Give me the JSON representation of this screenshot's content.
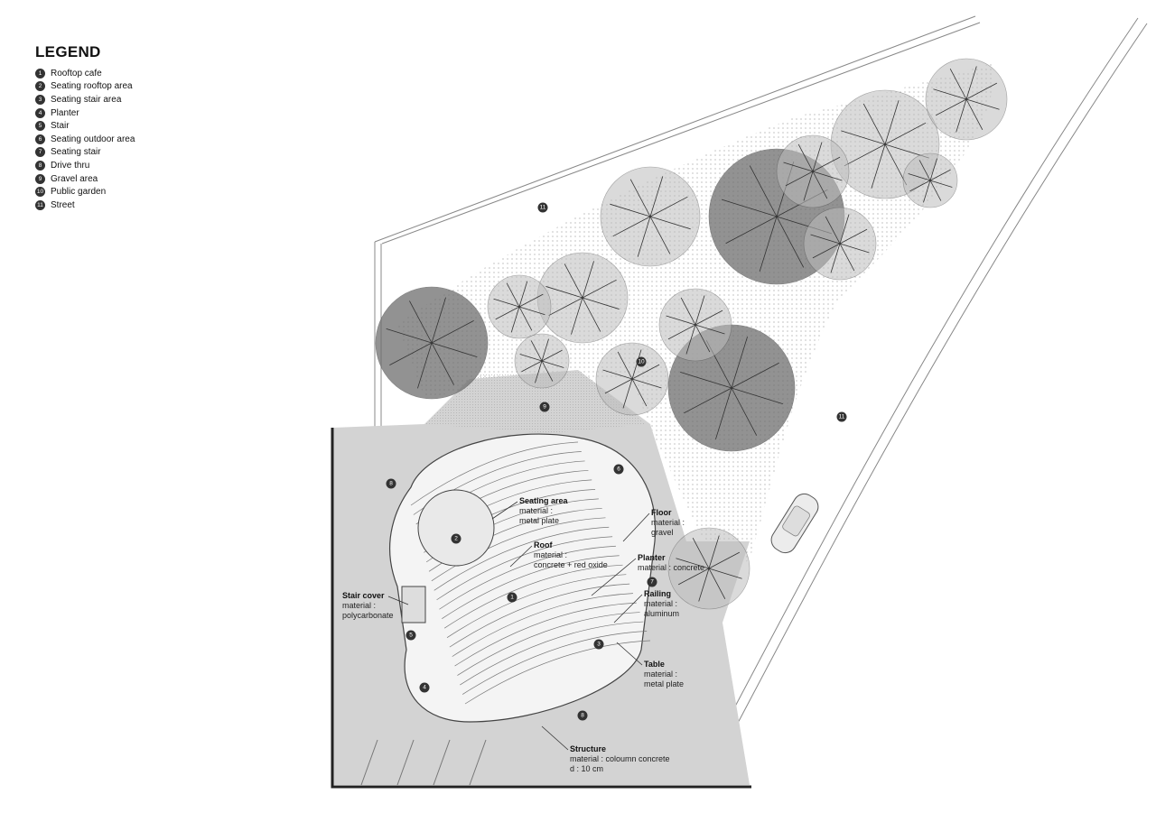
{
  "legend": {
    "title": "LEGEND",
    "items": [
      {
        "num": "1",
        "label": "Rooftop cafe"
      },
      {
        "num": "2",
        "label": "Seating rooftop area"
      },
      {
        "num": "3",
        "label": "Seating stair area"
      },
      {
        "num": "4",
        "label": "Planter"
      },
      {
        "num": "5",
        "label": "Stair"
      },
      {
        "num": "6",
        "label": "Seating outdoor area"
      },
      {
        "num": "7",
        "label": "Seating stair"
      },
      {
        "num": "8",
        "label": "Drive thru"
      },
      {
        "num": "9",
        "label": "Gravel area"
      },
      {
        "num": "10",
        "label": "Public garden"
      },
      {
        "num": "11",
        "label": "Street"
      }
    ]
  },
  "markers": [
    "11",
    "11",
    "10",
    "9",
    "8",
    "6",
    "2",
    "1",
    "7",
    "5",
    "3",
    "4",
    "8"
  ],
  "labels": {
    "seating_area": {
      "title": "Seating area",
      "lines": [
        "material :",
        "metal plate"
      ]
    },
    "floor": {
      "title": "Floor",
      "lines": [
        "material :",
        "gravel"
      ]
    },
    "roof": {
      "title": "Roof",
      "lines": [
        "material :",
        "concrete + red oxide"
      ]
    },
    "planter": {
      "title": "Planter",
      "lines": [
        "material : concrete"
      ]
    },
    "railing": {
      "title": "Railing",
      "lines": [
        "material :",
        "aluminum"
      ]
    },
    "stair_cover": {
      "title": "Stair cover",
      "lines": [
        "material :",
        "polycarbonate"
      ]
    },
    "table": {
      "title": "Table",
      "lines": [
        "material :",
        "metal plate"
      ]
    },
    "structure": {
      "title": "Structure",
      "lines": [
        "material : coloumn concrete",
        "d : 10 cm"
      ]
    }
  },
  "colors": {
    "ground": "#d3d3d3",
    "garden": "#ececec",
    "tree_dark": "#6e6e6e",
    "tree_light": "#bdbdbd",
    "roof": "#f4f4f4",
    "ink": "#333333"
  }
}
